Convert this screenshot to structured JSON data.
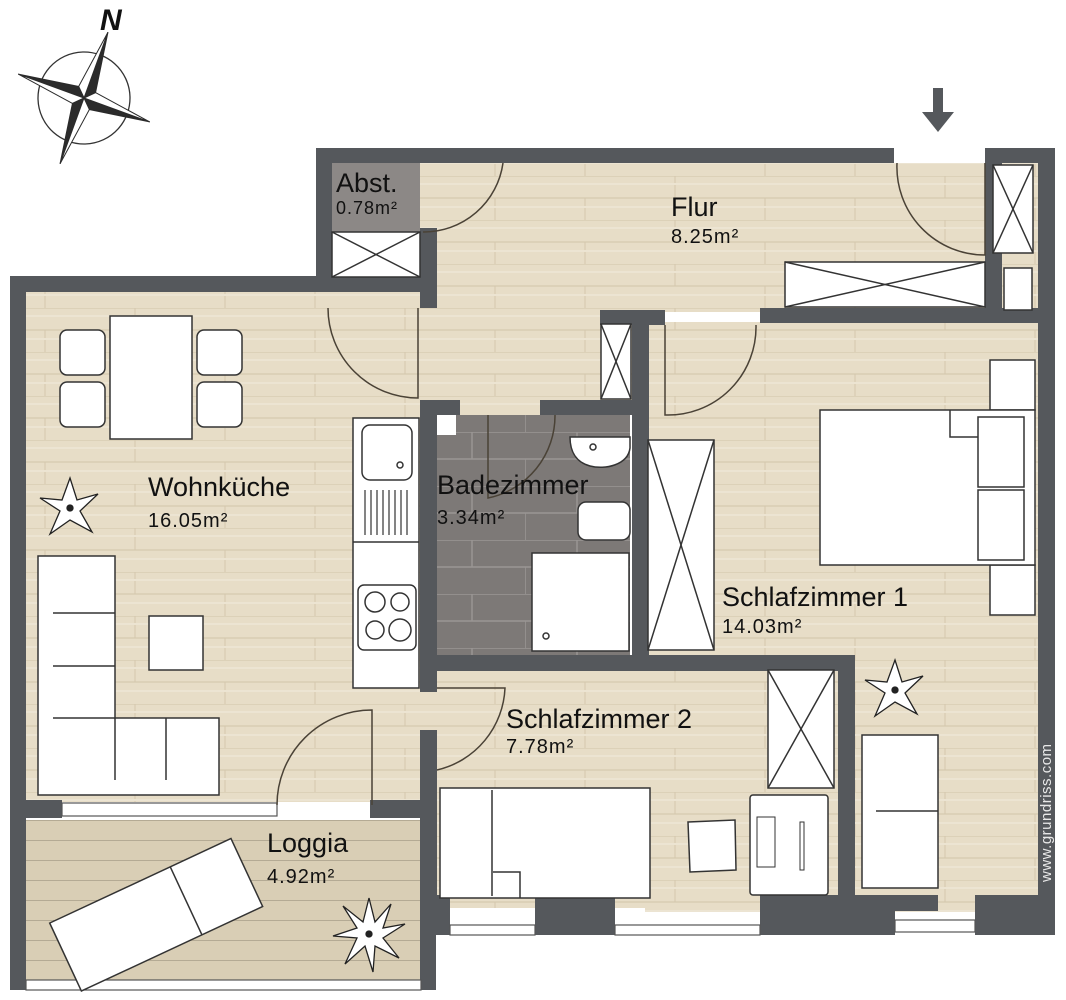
{
  "plan": {
    "type": "apartment floor plan",
    "compass": {
      "label": "N",
      "rotation_deg": 20
    },
    "entrance_marker": "arrow-down",
    "watermark": "www.grundriss.com",
    "colors": {
      "wall": "#55585c",
      "wood_floor": "#e6dcc6",
      "bath_tile": "#7c7876",
      "loggia_deck": "#d8ccb2",
      "furniture": "#ffffff",
      "line": "#2a2a2a"
    },
    "rooms": [
      {
        "id": "abst",
        "name": "Abst.",
        "area": "0.78m²"
      },
      {
        "id": "flur",
        "name": "Flur",
        "area": "8.25m²"
      },
      {
        "id": "wohnkueche",
        "name": "Wohnküche",
        "area": "16.05m²"
      },
      {
        "id": "badezimmer",
        "name": "Badezimmer",
        "area": "3.34m²"
      },
      {
        "id": "schlafzimmer1",
        "name": "Schlafzimmer 1",
        "area": "14.03m²"
      },
      {
        "id": "schlafzimmer2",
        "name": "Schlafzimmer 2",
        "area": "7.78m²"
      },
      {
        "id": "loggia",
        "name": "Loggia",
        "area": "4.92m²"
      }
    ]
  }
}
